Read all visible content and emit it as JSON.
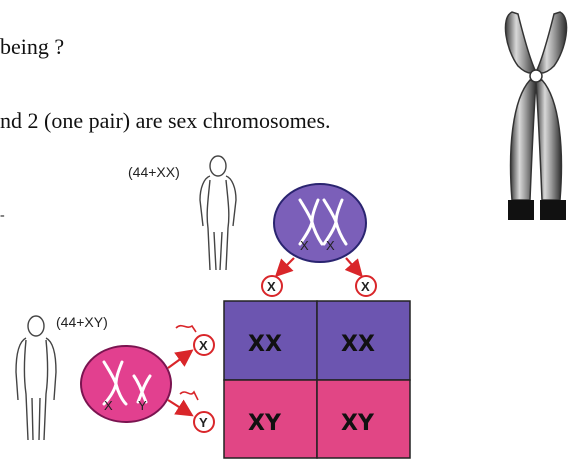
{
  "text": {
    "line1": "being ?",
    "line2": "nd 2 (one pair) are sex chromosomes.",
    "stray": "-"
  },
  "diagram": {
    "female_label": "(44+XX)",
    "male_label": "(44+XY)",
    "female_chromosomes": [
      "X",
      "X"
    ],
    "male_chromosomes": [
      "X",
      "Y"
    ],
    "female_gametes": [
      "X",
      "X"
    ],
    "male_gametes": [
      "X",
      "Y"
    ],
    "grid": [
      [
        "XX",
        "XX"
      ],
      [
        "XY",
        "XY"
      ]
    ],
    "colors": {
      "female_cell": "#7b5fb9",
      "male_cell": "#e2408f",
      "grid_top": "#6c55b0",
      "grid_bottom": "#e14685",
      "arrow": "#d9262a"
    }
  }
}
